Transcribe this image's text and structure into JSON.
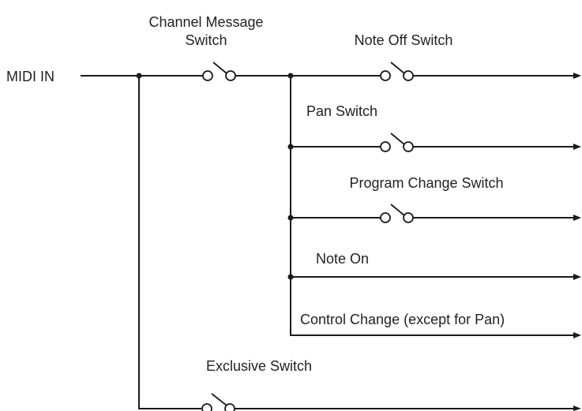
{
  "input_label": "MIDI IN",
  "switches": {
    "channel_message_line1": "Channel Message",
    "channel_message_line2": "Switch",
    "note_off": "Note Off Switch",
    "pan": "Pan Switch",
    "program_change": "Program Change Switch",
    "exclusive": "Exclusive Switch"
  },
  "outputs": {
    "note_on": "Note On",
    "control_change": "Control Change (except for Pan)"
  }
}
